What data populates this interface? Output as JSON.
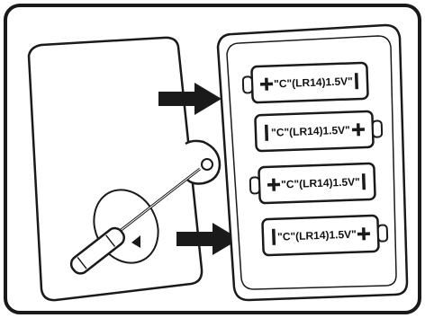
{
  "figure": {
    "title": "",
    "description_hidden": true
  },
  "colors": {
    "ink": "#1a1a1a",
    "paper": "#ffffff"
  },
  "batteries": [
    {
      "label": "\"C\"(LR14)1.5V\"",
      "positive_side": "left"
    },
    {
      "label": "\"C\"(LR14)1.5V\"",
      "positive_side": "right"
    },
    {
      "label": "\"C\"(LR14)1.5V\"",
      "positive_side": "left"
    },
    {
      "label": "\"C\"(LR14)1.5V\"",
      "positive_side": "right"
    }
  ],
  "icons": {
    "arrows": [
      "arrow-right-icon",
      "arrow-right-icon"
    ],
    "tool": "screwdriver-icon",
    "rotation": "rotation-arrow-icon"
  }
}
